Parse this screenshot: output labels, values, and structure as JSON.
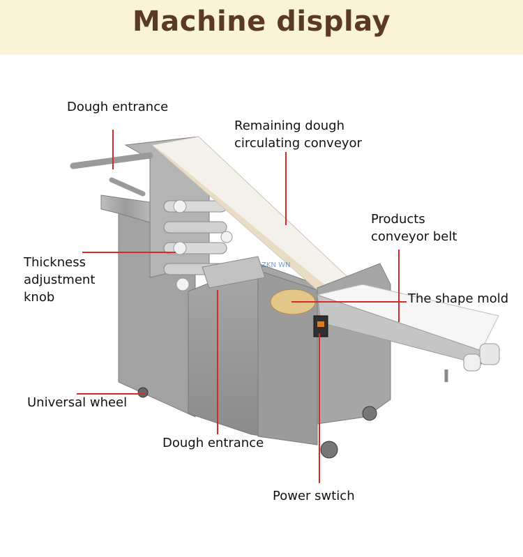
{
  "header": {
    "title": "Machine display"
  },
  "labels": {
    "dough_entrance_top": "Dough entrance",
    "remaining_conveyor_line1": "Remaining dough",
    "remaining_conveyor_line2": "circulating conveyor",
    "products_belt_line1": "Products",
    "products_belt_line2": "conveyor belt",
    "thickness_line1": "Thickness",
    "thickness_line2": "adjustment",
    "thickness_line3": "knob",
    "shape_mold": "The shape mold",
    "universal_wheel": "Universal wheel",
    "dough_entrance_bottom": "Dough entrance",
    "power_switch": "Power swtich"
  },
  "colors": {
    "banner_bg": "#fbf3d6",
    "title": "#5a3a22",
    "leader": "#d42a2a",
    "steel": "#a9a9a9"
  }
}
